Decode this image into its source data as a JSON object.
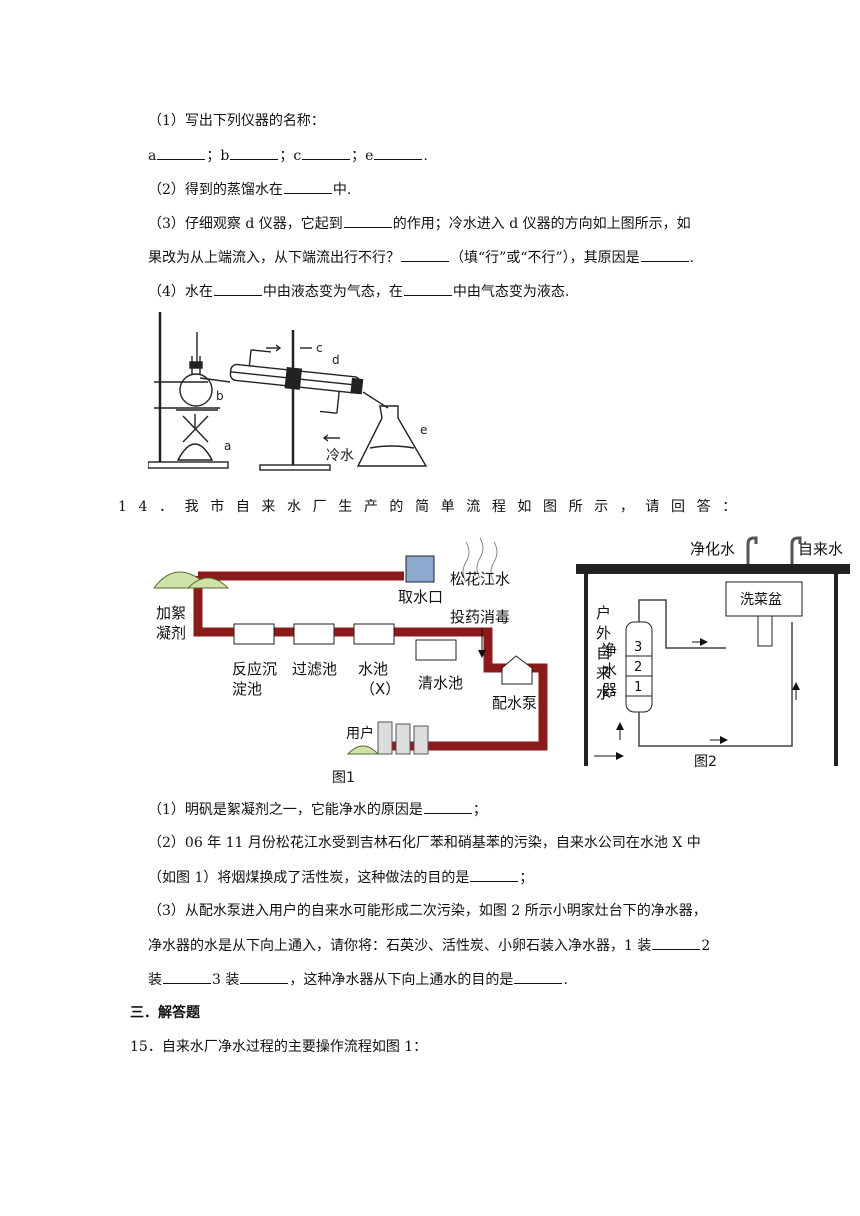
{
  "q13": {
    "p1_label": "（1）写出下列仪器的名称：",
    "p1_a": "a",
    "p1_b": "；b",
    "p1_c": "；c",
    "p1_e": "；e",
    "p1_end": ".",
    "p2_a": "（2）得到的蒸馏水在",
    "p2_b": "中.",
    "p3_a": "（3）仔细观察 d 仪器，它起到",
    "p3_b": "的作用；冷水进入 d 仪器的方向如上图所示，如",
    "p3_c": "果改为从上端流入，从下端流出行不行？",
    "p3_d": "（填“行”或“不行”），其原因是",
    "p3_end": ".",
    "p4_a": "（4）水在",
    "p4_b": "中由液态变为气态，在",
    "p4_c": "中由气态变为液态.",
    "fig_labels": {
      "a": "a",
      "b": "b",
      "c": "c",
      "d": "d",
      "e": "e",
      "cold_water": "冷水"
    }
  },
  "q14": {
    "stem": "14．我市自来水厂生产的简单流程如图所示，请回答：",
    "fig1": {
      "coagulant": [
        "加絮",
        "凝剂"
      ],
      "intake": "取水口",
      "river": "松花江水",
      "disinfect": "投药消毒",
      "tank1": [
        "反应沉",
        "淀池"
      ],
      "tank2": "过滤池",
      "tank3": [
        "水池",
        "（X）"
      ],
      "tank4": "清水池",
      "pump": "配水泵",
      "user": "用户",
      "caption": "图1"
    },
    "fig2": {
      "purified": "净化水",
      "tap": "自来水",
      "basin": "洗菜盆",
      "outdoor": [
        "户",
        "外",
        "自",
        "来",
        "水"
      ],
      "purifier": [
        "净",
        "水",
        "器"
      ],
      "layers": [
        "3",
        "2",
        "1"
      ],
      "caption": "图2"
    },
    "p1": "（1）明矾是絮凝剂之一，它能净水的原因是",
    "p1_end": "；",
    "p2_a": "（2）06 年 11 月份松花江水受到吉林石化厂苯和硝基苯的污染，自来水公司在水池 X 中",
    "p2_b": "（如图 1）将烟煤换成了活性炭，这种做法的目的是",
    "p2_end": "；",
    "p3_a": "（3）从配水泵进入用户的自来水可能形成二次污染，如图 2 所示小明家灶台下的净水器，",
    "p3_b": "净水器的水是从下向上通入，请你将：石英沙、活性炭、小卵石装入净水器，1 装",
    "p3_b_end": "2",
    "p3_c": "装",
    "p3_c2": "3 装",
    "p3_c3": "，这种净水器从下向上通水的目的是",
    "p3_end": "."
  },
  "section3": {
    "title": "三．解答题"
  },
  "q15": {
    "stem": "15．自来水厂净水过程的主要操作流程如图 1："
  }
}
